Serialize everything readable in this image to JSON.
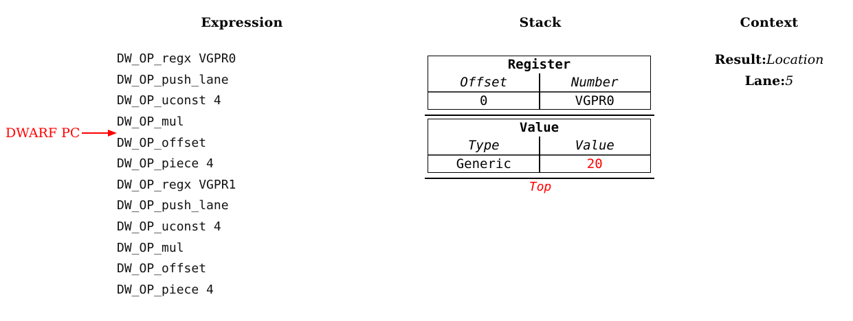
{
  "colors": {
    "accent_red": "#ff0000",
    "text": "#000000",
    "table_border": "#000000"
  },
  "headers": {
    "expression": "Expression",
    "stack": "Stack",
    "context": "Context"
  },
  "expression": {
    "pc_label": "DWARF PC",
    "pc_points_to_line": "DW_OP_offset",
    "lines": [
      "DW_OP_regx VGPR0",
      "DW_OP_push_lane",
      "DW_OP_uconst 4",
      "DW_OP_mul",
      "DW_OP_offset",
      "DW_OP_piece 4",
      "DW_OP_regx VGPR1",
      "DW_OP_push_lane",
      "DW_OP_uconst 4",
      "DW_OP_mul",
      "DW_OP_offset",
      "DW_OP_piece 4"
    ]
  },
  "stack": {
    "entries": [
      {
        "title": "Register",
        "col1_header": "Offset",
        "col2_header": "Number",
        "col1_value": "0",
        "col2_value": "VGPR0"
      },
      {
        "title": "Value",
        "col1_header": "Type",
        "col2_header": "Value",
        "col1_value": "Generic",
        "col2_value": "20"
      }
    ],
    "top_label": "Top"
  },
  "context": {
    "result_label": "Result:",
    "result_value": "Location",
    "lane_label": "Lane:",
    "lane_value": "5"
  }
}
